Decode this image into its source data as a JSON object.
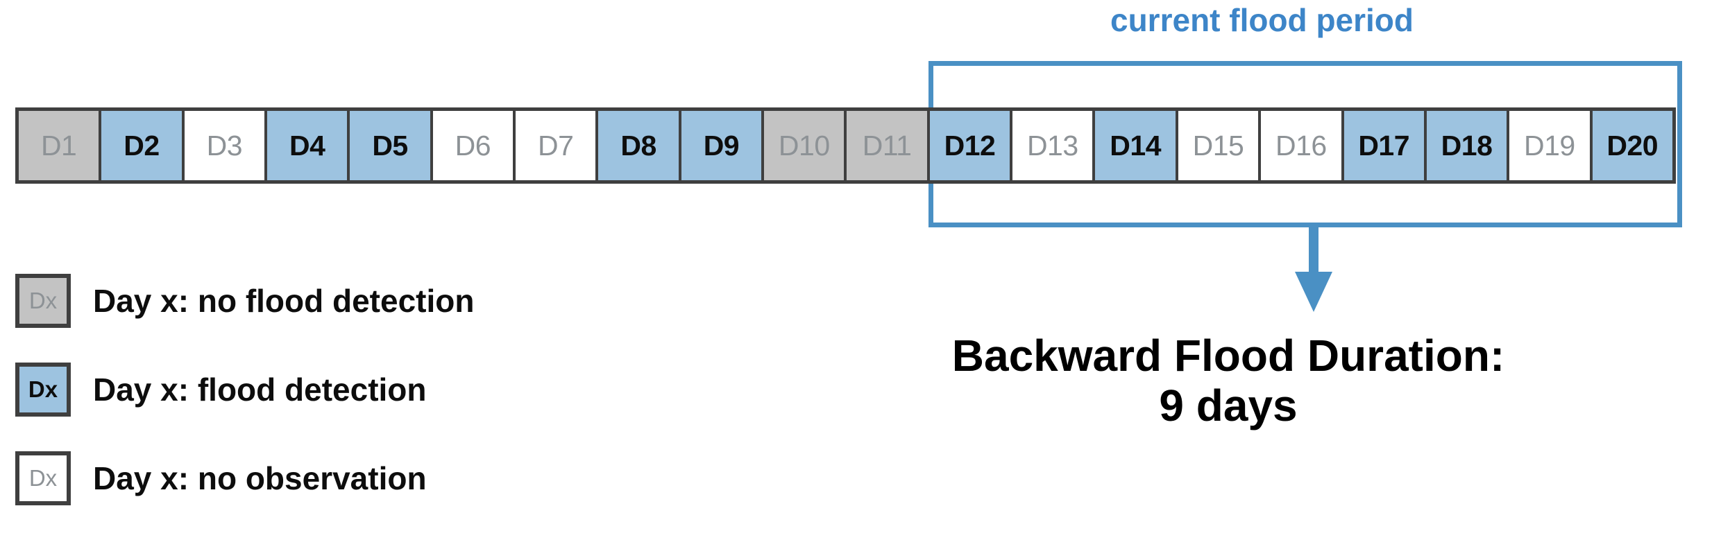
{
  "annotation": {
    "flood_period_label": "current flood period",
    "bracket_color": "#4a90c4",
    "label_color": "#3d85c8",
    "bracket_covers": [
      "D12",
      "D13",
      "D14",
      "D15",
      "D16",
      "D17",
      "D18",
      "D19",
      "D20"
    ]
  },
  "timeline": {
    "days": [
      {
        "label": "D1",
        "state": "no-flood-detection"
      },
      {
        "label": "D2",
        "state": "flood-detection"
      },
      {
        "label": "D3",
        "state": "no-observation"
      },
      {
        "label": "D4",
        "state": "flood-detection"
      },
      {
        "label": "D5",
        "state": "flood-detection"
      },
      {
        "label": "D6",
        "state": "no-observation"
      },
      {
        "label": "D7",
        "state": "no-observation"
      },
      {
        "label": "D8",
        "state": "flood-detection"
      },
      {
        "label": "D9",
        "state": "flood-detection"
      },
      {
        "label": "D10",
        "state": "no-flood-detection"
      },
      {
        "label": "D11",
        "state": "no-flood-detection"
      },
      {
        "label": "D12",
        "state": "flood-detection"
      },
      {
        "label": "D13",
        "state": "no-observation"
      },
      {
        "label": "D14",
        "state": "flood-detection"
      },
      {
        "label": "D15",
        "state": "no-observation"
      },
      {
        "label": "D16",
        "state": "no-observation"
      },
      {
        "label": "D17",
        "state": "flood-detection"
      },
      {
        "label": "D18",
        "state": "flood-detection"
      },
      {
        "label": "D19",
        "state": "no-observation"
      },
      {
        "label": "D20",
        "state": "flood-detection"
      }
    ]
  },
  "legend": {
    "items": [
      {
        "swatch_label": "Dx",
        "state": "no-flood-detection",
        "text": "Day x: no flood detection",
        "fill": "#c3c3c3"
      },
      {
        "swatch_label": "Dx",
        "state": "flood-detection",
        "text": "Day x: flood detection",
        "fill": "#9dc3e0"
      },
      {
        "swatch_label": "Dx",
        "state": "no-observation",
        "text": "Day x: no observation",
        "fill": "#ffffff"
      }
    ]
  },
  "result": {
    "line1": "Backward Flood Duration:",
    "line2": "9 days",
    "value": 9,
    "unit": "days"
  }
}
